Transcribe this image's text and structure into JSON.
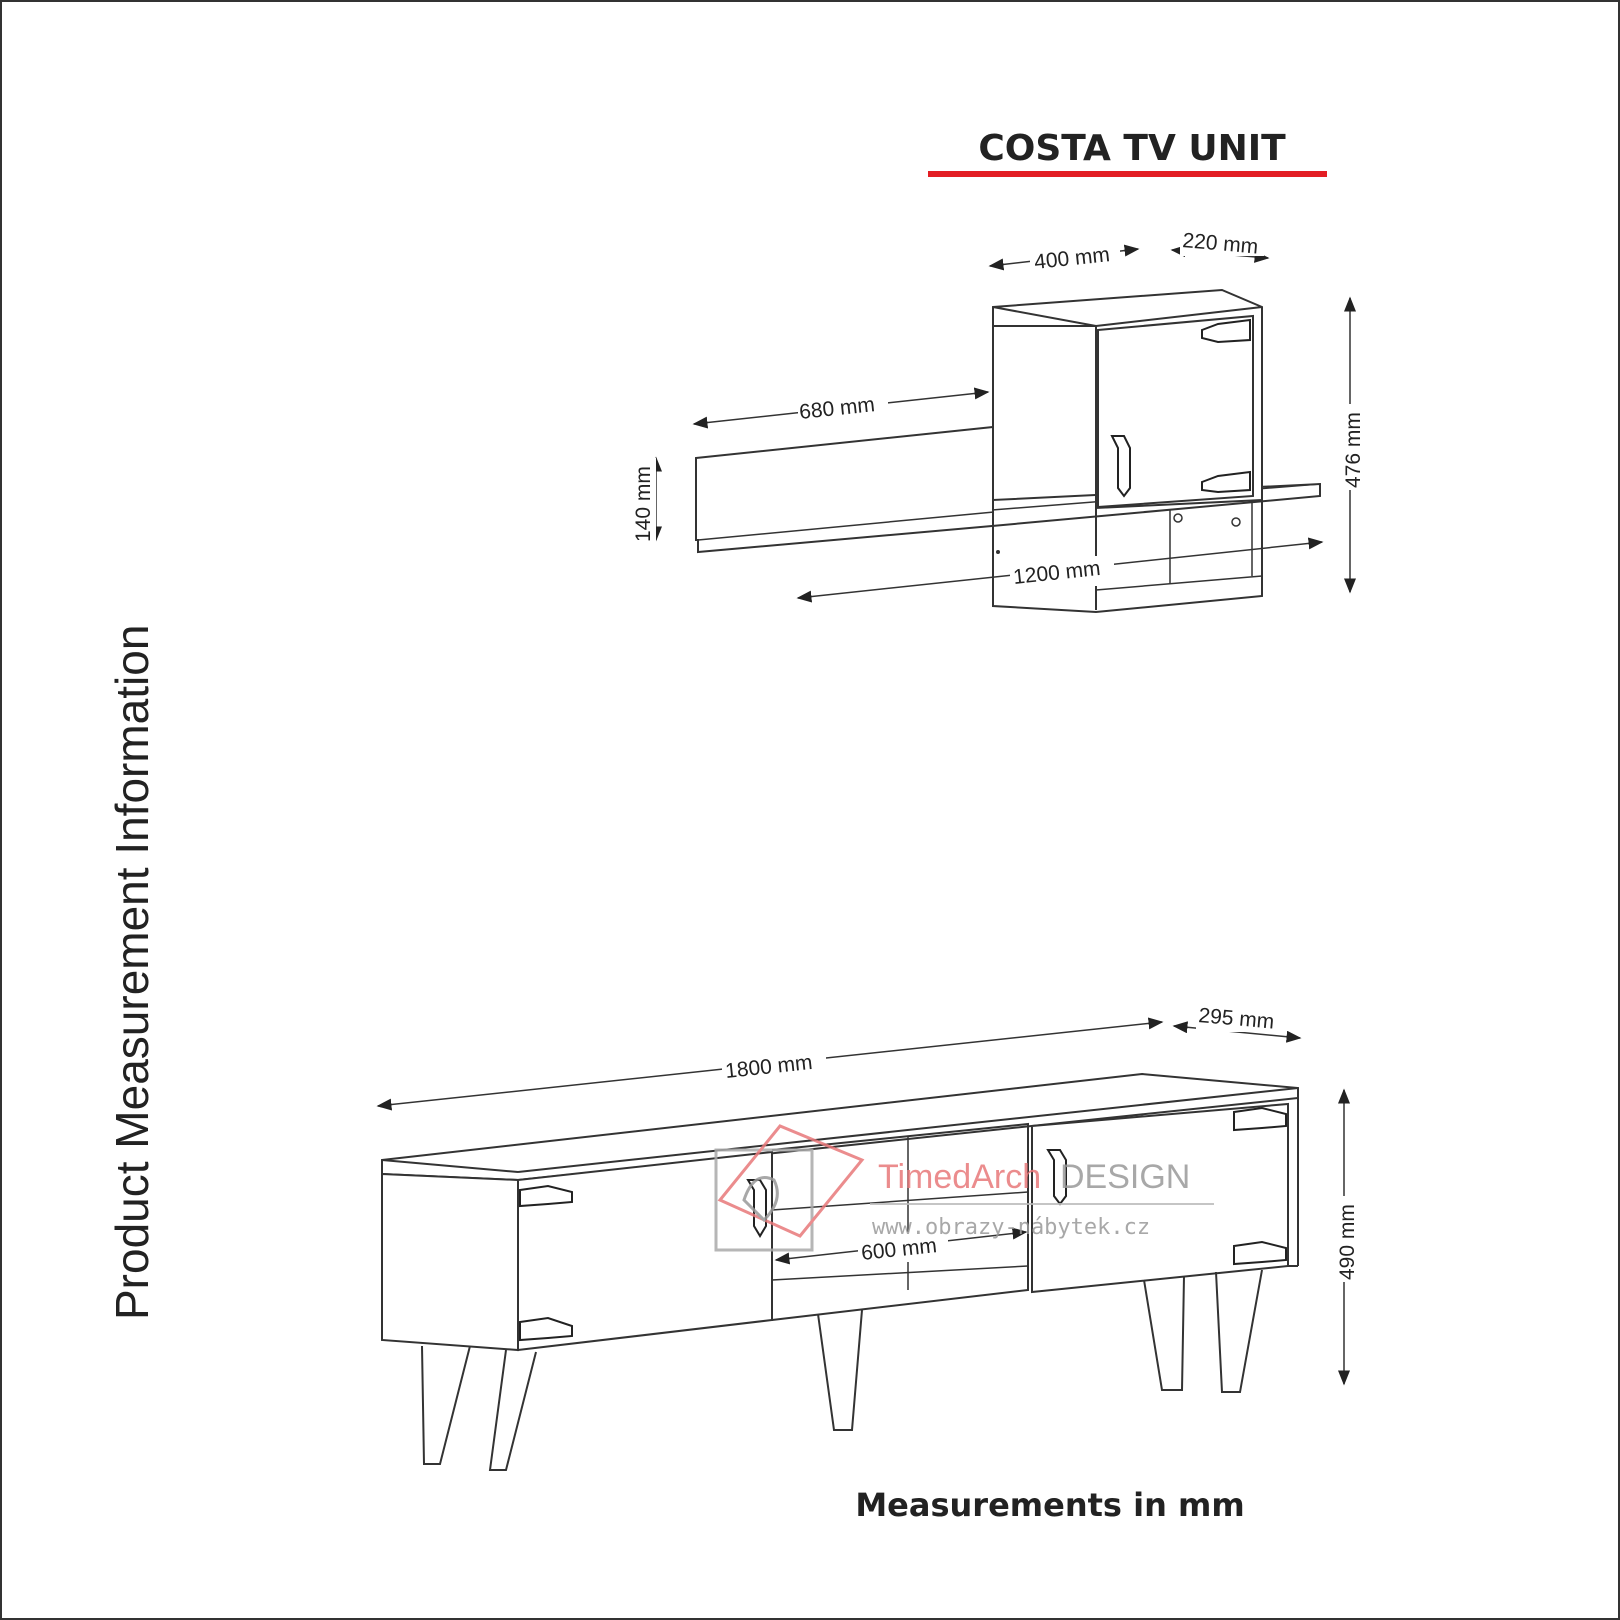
{
  "title": "COSTA TV UNIT",
  "side_label": "Product Measurement Information",
  "footer": "Measurements in mm",
  "accent_color": "#e31e24",
  "wall_unit": {
    "dims": {
      "width_cabinet": "400 mm",
      "depth_cabinet": "220 mm",
      "shelf_length": "680 mm",
      "shelf_height": "140 mm",
      "total_width": "1200 mm",
      "height": "476 mm"
    }
  },
  "tv_stand": {
    "dims": {
      "width": "1800 mm",
      "depth": "295 mm",
      "middle_opening": "600 mm",
      "height": "490 mm"
    }
  },
  "watermark": {
    "brand_part1": "TimedArch",
    "brand_part2": "DESIGN",
    "url": "www.obrazy-nábytek.cz"
  }
}
